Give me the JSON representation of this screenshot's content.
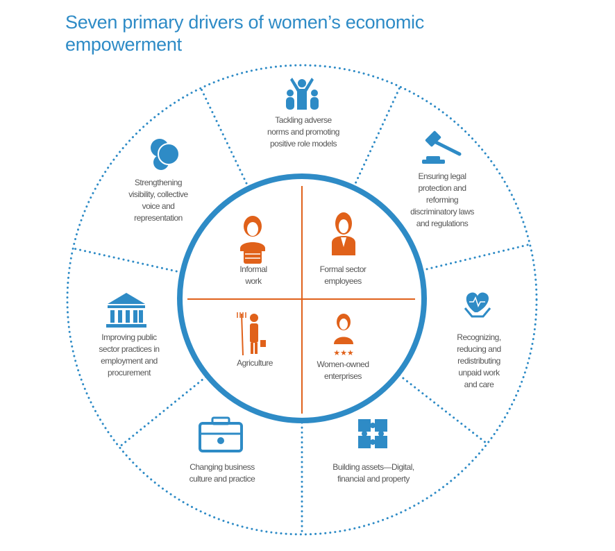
{
  "title_line1": "Seven primary drivers of women’s economic",
  "title_line2": "empowerment",
  "colors": {
    "blue": "#2e8bc6",
    "orange": "#e0611a",
    "text": "#555555"
  },
  "drivers": [
    {
      "icon": "people-cheering-icon",
      "lines": [
        "Tackling adverse",
        "norms and promoting",
        "positive role models"
      ]
    },
    {
      "icon": "gavel-icon",
      "lines": [
        "Ensuring legal",
        "protection and",
        "reforming",
        "discriminatory laws",
        "and regulations"
      ]
    },
    {
      "icon": "heart-hands-icon",
      "lines": [
        "Recognizing,",
        "reducing and",
        "redistributing",
        "unpaid work",
        "and care"
      ]
    },
    {
      "icon": "puzzle-icon",
      "lines": [
        "Building assets—Digital,",
        "financial and property"
      ]
    },
    {
      "icon": "briefcase-icon",
      "lines": [
        "Changing business",
        "culture and practice"
      ]
    },
    {
      "icon": "bank-building-icon",
      "lines": [
        "Improving public",
        "sector practices in",
        "employment and",
        "procurement"
      ]
    },
    {
      "icon": "speech-bubbles-icon",
      "lines": [
        "Strengthening",
        "visibility, collective",
        "voice and",
        "representation"
      ]
    }
  ],
  "sectors": [
    {
      "icon": "woman-vendor-icon",
      "lines": [
        "Informal",
        "work"
      ]
    },
    {
      "icon": "woman-employee-icon",
      "lines": [
        "Formal sector",
        "employees"
      ]
    },
    {
      "icon": "farmer-icon",
      "lines": [
        "Agriculture"
      ]
    },
    {
      "icon": "businesswoman-stars-icon",
      "lines": [
        "Women-owned",
        "enterprises"
      ]
    }
  ]
}
